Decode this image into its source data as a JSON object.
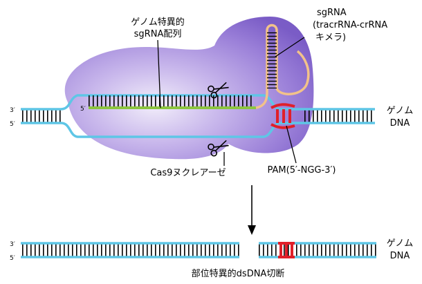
{
  "labels": {
    "target_seq_line1": "ゲノム特異的",
    "target_seq_line2": "sgRNA配列",
    "sgrna_line1": "sgRNA",
    "sgrna_line2": "(tracrRNA-crRNA",
    "sgrna_line3": "キメラ)",
    "genome_dna_line1": "ゲノム",
    "genome_dna_line2": "DNA",
    "cas9": "Cas9ヌクレアーゼ",
    "pam": "PAM(5′-NGG-3′)",
    "cut_result": "部位特異的dsDNA切断",
    "genome_dna2_line1": "ゲノム",
    "genome_dna2_line2": "DNA"
  },
  "strand_ends": {
    "top_left_3prime": "3′",
    "top_left_5prime": "5′",
    "guide_5prime": "5′",
    "bottom_left_3prime": "3′",
    "bottom_left_5prime": "5′"
  },
  "colors": {
    "dna_strand": "#5ec6e6",
    "guide_rna": "#8cc63f",
    "pam": "#e0202a",
    "sgrna_scaffold": "#f2c28a",
    "cas9_fill_light": "#e8e2f4",
    "cas9_fill_dark": "#7a5cc6"
  }
}
